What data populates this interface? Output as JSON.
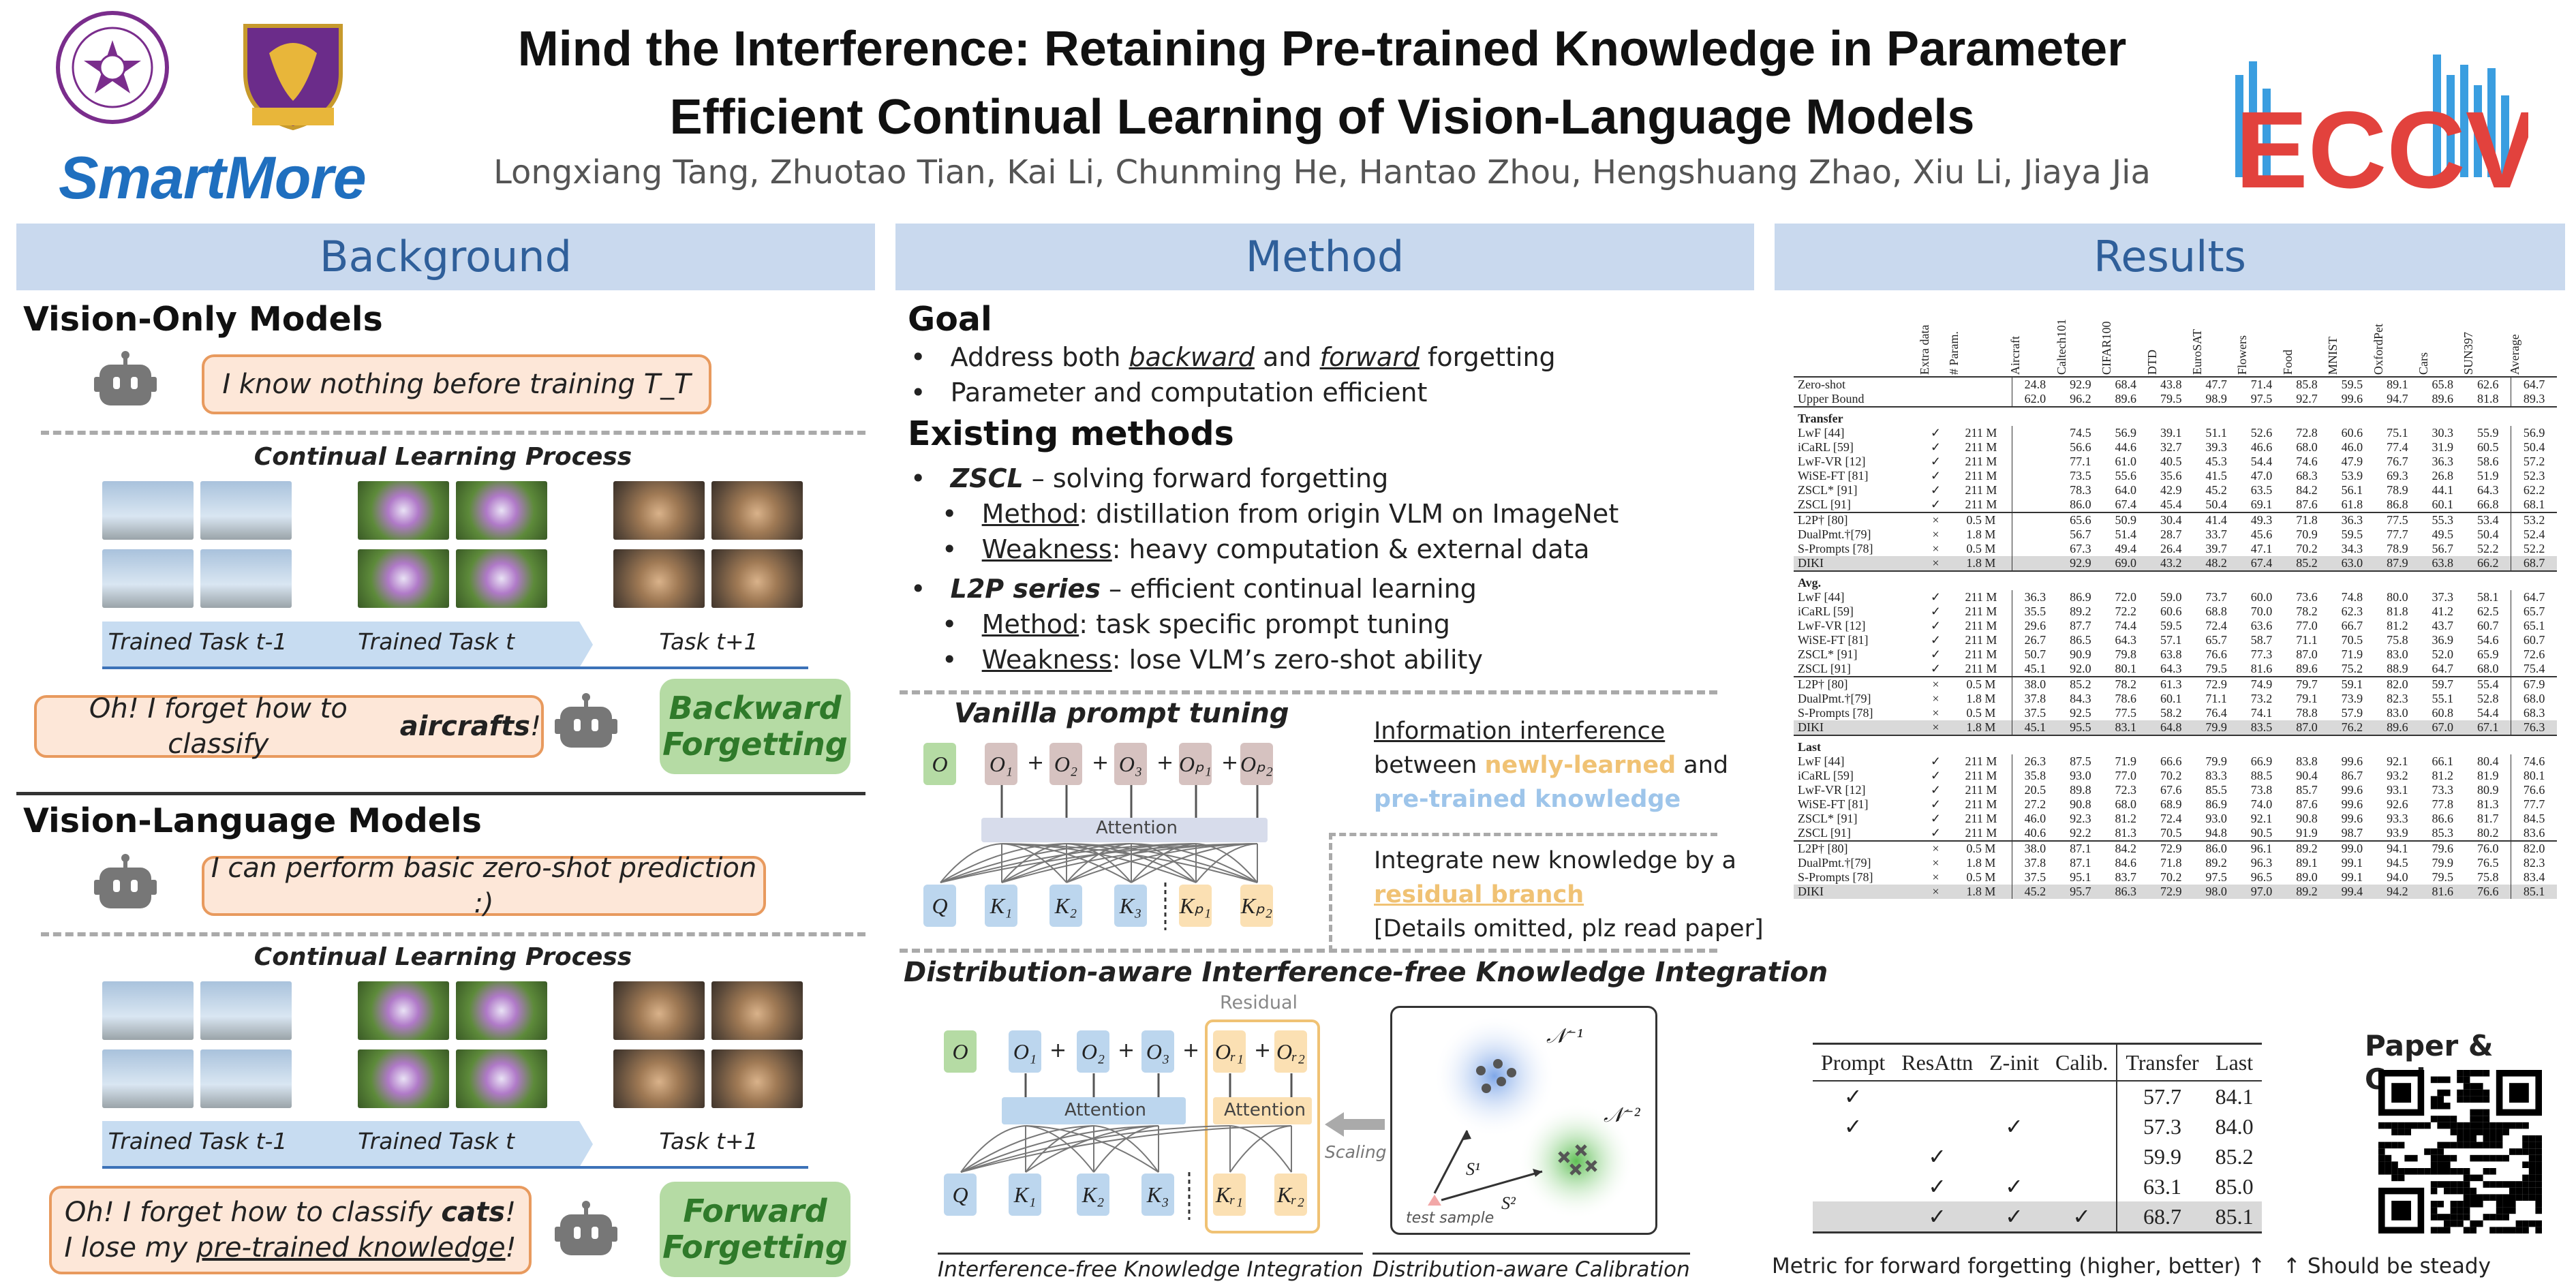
{
  "header": {
    "title_line1": "Mind the Interference: Retaining Pre-trained Knowledge in Parameter",
    "title_line2": "Efficient Continual Learning of Vision-Language Models",
    "authors": "Longxiang Tang, Zhuotao Tian, Kai Li, Chunming He, Hantao Zhou, Hengshuang Zhao, Xiu Li, Jiaya Jia",
    "logo_text": "SmartMore",
    "conf_logo": "ECCV",
    "colors": {
      "title": "#111111",
      "authors": "#555555",
      "smartmore_blue": "#1f6fbf",
      "eccv_red": "#e2423d",
      "eccv_blue": "#3a9ee0"
    }
  },
  "sections": {
    "background": "Background",
    "method": "Method",
    "results": "Results"
  },
  "background": {
    "vision_only": "Vision-Only Models",
    "bubble1": "I know nothing before training T_T",
    "cl_process": "Continual Learning Process",
    "tasks": [
      "Trained Task t-1",
      "Trained Task t",
      "Task t+1"
    ],
    "aircraft_pre": "Oh!  I forget how to classify ",
    "aircraft_bold": "aircrafts",
    "aircraft_post": "!",
    "backward_line1": "Backward",
    "backward_line2": "Forgetting",
    "vl_models": "Vision-Language  Models",
    "bubble2": "I can perform basic zero-shot prediction :)",
    "cats_pre": "Oh!  I forget how to classify ",
    "cats_bold": "cats",
    "cats_post": "!",
    "lose_pre": "I lose my ",
    "lose_ul": "pre-trained knowledge",
    "lose_post": "!",
    "forward_line1": "Forward",
    "forward_line2": "Forgetting",
    "icons": {
      "robot": "robot-icon",
      "airplane": "airplane-photo",
      "flower": "flower-photo",
      "cat": "cat-photo"
    }
  },
  "method": {
    "goal": "Goal",
    "goal_b1_a": "Address both ",
    "goal_b1_b": "backward",
    "goal_b1_c": " and ",
    "goal_b1_d": "forward",
    "goal_b1_e": " forgetting",
    "goal_b2": "Parameter and computation efficient",
    "existing": "Existing methods",
    "zscl": "ZSCL",
    "zscl_desc": " – solving forward forgetting",
    "method_label": "Method",
    "zscl_method": ":  distillation from origin VLM on ImageNet",
    "weakness_label": "Weakness",
    "zscl_weak": ":  heavy computation & external data",
    "l2p": "L2P series",
    "l2p_desc": " – efficient continual learning",
    "l2p_method": ":  task specific prompt tuning",
    "l2p_weak": ":  lose VLM’s zero-shot ability",
    "vanilla": "Vanilla prompt tuning",
    "info_interference": "Information interference",
    "between": "between ",
    "newly": "newly-learned",
    "and": " and",
    "pretrained": "pre-trained knowledge",
    "integrate": "Integrate new knowledge by a",
    "residual_branch": "residual branch",
    "details": "[Details omitted, plz read paper]",
    "diki_title": "Distribution-aware Interference-free Knowledge Integration",
    "residual": "Residual",
    "attention": "Attention",
    "scaling": "Scaling",
    "test_sample": "test sample",
    "cap_left": "Interference-free Knowledge Integration",
    "cap_right": "Distribution-aware Calibration",
    "top_tokens": [
      "O",
      "O₁",
      "O₂",
      "O₃",
      "Oₚ₁",
      "Oₚ₂"
    ],
    "bot_tokens": [
      "Q",
      "K₁",
      "K₂",
      "K₃",
      "Kₚ₁",
      "Kₚ₂"
    ],
    "diki_top": [
      "O",
      "O₁",
      "O₂",
      "O₃",
      "Oᵣ₁",
      "Oᵣ₂"
    ],
    "diki_bot": [
      "Q",
      "K₁",
      "K₂",
      "K₃",
      "Kᵣ₁",
      "Kᵣ₂"
    ],
    "n1": "𝒩⁻¹",
    "n2": "𝒩⁻²",
    "s1": "S¹",
    "s2": "S²",
    "colors": {
      "green": "#b5dba4",
      "brown": "#d6c2c0",
      "blue": "#bcd6ee",
      "orange": "#fbe0b3",
      "orange_text": "#f0c274",
      "blue_text": "#9ec5ea"
    }
  },
  "results": {
    "table_headers": [
      "Extra data",
      "# Param.",
      "Aircraft",
      "Caltech101",
      "CIFAR100",
      "DTD",
      "EuroSAT",
      "Flowers",
      "Food",
      "MNIST",
      "OxfordPet",
      "Cars",
      "SUN397",
      "Average"
    ],
    "zeroshot": [
      {
        "name": "Zero-shot",
        "vals": [
          "24.8",
          "92.9",
          "68.4",
          "43.8",
          "47.7",
          "71.4",
          "85.8",
          "59.5",
          "89.1",
          "65.8",
          "62.6",
          "64.7"
        ]
      },
      {
        "name": "Upper Bound",
        "vals": [
          "62.0",
          "96.2",
          "89.6",
          "79.5",
          "98.9",
          "97.5",
          "92.7",
          "99.6",
          "94.7",
          "89.6",
          "81.8",
          "89.3"
        ]
      }
    ],
    "blocks": [
      {
        "label": "Transfer",
        "groups": [
          [
            {
              "name": "LwF [44]",
              "extra": "✓",
              "param": "211 M",
              "vals": [
                "",
                "74.5",
                "56.9",
                "39.1",
                "51.1",
                "52.6",
                "72.8",
                "60.6",
                "75.1",
                "30.3",
                "55.9",
                "56.9"
              ]
            },
            {
              "name": "iCaRL [59]",
              "extra": "✓",
              "param": "211 M",
              "vals": [
                "",
                "56.6",
                "44.6",
                "32.7",
                "39.3",
                "46.6",
                "68.0",
                "46.0",
                "77.4",
                "31.9",
                "60.5",
                "50.4"
              ]
            },
            {
              "name": "LwF-VR [12]",
              "extra": "✓",
              "param": "211 M",
              "vals": [
                "",
                "77.1",
                "61.0",
                "40.5",
                "45.3",
                "54.4",
                "74.6",
                "47.9",
                "76.7",
                "36.3",
                "58.6",
                "57.2"
              ]
            },
            {
              "name": "WiSE-FT [81]",
              "extra": "✓",
              "param": "211 M",
              "vals": [
                "",
                "73.5",
                "55.6",
                "35.6",
                "41.5",
                "47.0",
                "68.3",
                "53.9",
                "69.3",
                "26.8",
                "51.9",
                "52.3"
              ]
            },
            {
              "name": "ZSCL* [91]",
              "extra": "✓",
              "param": "211 M",
              "vals": [
                "",
                "78.3",
                "64.0",
                "42.9",
                "45.2",
                "63.5",
                "84.2",
                "56.1",
                "78.9",
                "44.1",
                "64.3",
                "62.2"
              ]
            },
            {
              "name": "ZSCL [91]",
              "extra": "✓",
              "param": "211 M",
              "vals": [
                "",
                "86.0",
                "67.4",
                "45.4",
                "50.4",
                "69.1",
                "87.6",
                "61.8",
                "86.8",
                "60.1",
                "66.8",
                "68.1"
              ]
            }
          ],
          [
            {
              "name": "L2P† [80]",
              "extra": "×",
              "param": "0.5 M",
              "vals": [
                "",
                "65.6",
                "50.9",
                "30.4",
                "41.4",
                "49.3",
                "71.8",
                "36.3",
                "77.5",
                "55.3",
                "53.4",
                "53.2"
              ]
            },
            {
              "name": "DualPmt.†[79]",
              "extra": "×",
              "param": "1.8 M",
              "vals": [
                "",
                "56.7",
                "51.4",
                "28.7",
                "33.7",
                "45.6",
                "70.9",
                "59.5",
                "77.7",
                "49.5",
                "50.4",
                "52.4"
              ]
            },
            {
              "name": "S-Prompts [78]",
              "extra": "×",
              "param": "0.5 M",
              "vals": [
                "",
                "67.3",
                "49.4",
                "26.4",
                "39.7",
                "47.1",
                "70.2",
                "34.3",
                "78.9",
                "56.7",
                "52.2",
                "52.2"
              ]
            },
            {
              "name": "DIKI",
              "extra": "×",
              "param": "1.8 M",
              "vals": [
                "",
                "92.9",
                "69.0",
                "43.2",
                "48.2",
                "67.4",
                "85.2",
                "63.0",
                "87.9",
                "63.8",
                "66.2",
                "68.7"
              ],
              "hl": true
            }
          ]
        ]
      },
      {
        "label": "Avg.",
        "groups": [
          [
            {
              "name": "LwF [44]",
              "extra": "✓",
              "param": "211 M",
              "vals": [
                "36.3",
                "86.9",
                "72.0",
                "59.0",
                "73.7",
                "60.0",
                "73.6",
                "74.8",
                "80.0",
                "37.3",
                "58.1",
                "64.7"
              ]
            },
            {
              "name": "iCaRL [59]",
              "extra": "✓",
              "param": "211 M",
              "vals": [
                "35.5",
                "89.2",
                "72.2",
                "60.6",
                "68.8",
                "70.0",
                "78.2",
                "62.3",
                "81.8",
                "41.2",
                "62.5",
                "65.7"
              ]
            },
            {
              "name": "LwF-VR [12]",
              "extra": "✓",
              "param": "211 M",
              "vals": [
                "29.6",
                "87.7",
                "74.4",
                "59.5",
                "72.4",
                "63.6",
                "77.0",
                "66.7",
                "81.2",
                "43.7",
                "60.7",
                "65.1"
              ]
            },
            {
              "name": "WiSE-FT [81]",
              "extra": "✓",
              "param": "211 M",
              "vals": [
                "26.7",
                "86.5",
                "64.3",
                "57.1",
                "65.7",
                "58.7",
                "71.1",
                "70.5",
                "75.8",
                "36.9",
                "54.6",
                "60.7"
              ]
            },
            {
              "name": "ZSCL* [91]",
              "extra": "✓",
              "param": "211 M",
              "vals": [
                "50.7",
                "90.9",
                "79.8",
                "63.8",
                "76.6",
                "77.3",
                "87.0",
                "71.9",
                "83.0",
                "52.0",
                "65.9",
                "72.6"
              ]
            },
            {
              "name": "ZSCL [91]",
              "extra": "✓",
              "param": "211 M",
              "vals": [
                "45.1",
                "92.0",
                "80.1",
                "64.3",
                "79.5",
                "81.6",
                "89.6",
                "75.2",
                "88.9",
                "64.7",
                "68.0",
                "75.4"
              ]
            }
          ],
          [
            {
              "name": "L2P† [80]",
              "extra": "×",
              "param": "0.5 M",
              "vals": [
                "38.0",
                "85.2",
                "78.2",
                "61.3",
                "72.9",
                "74.9",
                "79.7",
                "59.1",
                "82.0",
                "59.7",
                "55.4",
                "67.9"
              ]
            },
            {
              "name": "DualPmt.†[79]",
              "extra": "×",
              "param": "1.8 M",
              "vals": [
                "37.8",
                "84.3",
                "78.6",
                "60.1",
                "71.1",
                "73.2",
                "79.1",
                "73.9",
                "82.3",
                "55.1",
                "52.8",
                "68.0"
              ]
            },
            {
              "name": "S-Prompts [78]",
              "extra": "×",
              "param": "0.5 M",
              "vals": [
                "37.5",
                "92.5",
                "77.5",
                "58.2",
                "76.4",
                "74.1",
                "78.8",
                "57.9",
                "83.0",
                "60.8",
                "54.4",
                "68.3"
              ]
            },
            {
              "name": "DIKI",
              "extra": "×",
              "param": "1.8 M",
              "vals": [
                "45.1",
                "95.5",
                "83.1",
                "64.8",
                "79.9",
                "83.5",
                "87.0",
                "76.2",
                "89.6",
                "67.0",
                "67.1",
                "76.3"
              ],
              "hl": true
            }
          ]
        ]
      },
      {
        "label": "Last",
        "groups": [
          [
            {
              "name": "LwF [44]",
              "extra": "✓",
              "param": "211 M",
              "vals": [
                "26.3",
                "87.5",
                "71.9",
                "66.6",
                "79.9",
                "66.9",
                "83.8",
                "99.6",
                "92.1",
                "66.1",
                "80.4",
                "74.6"
              ]
            },
            {
              "name": "iCaRL [59]",
              "extra": "✓",
              "param": "211 M",
              "vals": [
                "35.8",
                "93.0",
                "77.0",
                "70.2",
                "83.3",
                "88.5",
                "90.4",
                "86.7",
                "93.2",
                "81.2",
                "81.9",
                "80.1"
              ]
            },
            {
              "name": "LwF-VR [12]",
              "extra": "✓",
              "param": "211 M",
              "vals": [
                "20.5",
                "89.8",
                "72.3",
                "67.6",
                "85.5",
                "73.8",
                "85.7",
                "99.6",
                "93.1",
                "73.3",
                "80.9",
                "76.6"
              ]
            },
            {
              "name": "WiSE-FT [81]",
              "extra": "✓",
              "param": "211 M",
              "vals": [
                "27.2",
                "90.8",
                "68.0",
                "68.9",
                "86.9",
                "74.0",
                "87.6",
                "99.6",
                "92.6",
                "77.8",
                "81.3",
                "77.7"
              ]
            },
            {
              "name": "ZSCL* [91]",
              "extra": "✓",
              "param": "211 M",
              "vals": [
                "46.0",
                "92.3",
                "81.2",
                "72.4",
                "93.0",
                "92.1",
                "90.8",
                "99.6",
                "93.3",
                "86.6",
                "81.7",
                "84.5"
              ]
            },
            {
              "name": "ZSCL [91]",
              "extra": "✓",
              "param": "211 M",
              "vals": [
                "40.6",
                "92.2",
                "81.3",
                "70.5",
                "94.8",
                "90.5",
                "91.9",
                "98.7",
                "93.9",
                "85.3",
                "80.2",
                "83.6"
              ]
            }
          ],
          [
            {
              "name": "L2P† [80]",
              "extra": "×",
              "param": "0.5 M",
              "vals": [
                "38.0",
                "87.1",
                "84.2",
                "72.9",
                "86.0",
                "96.1",
                "89.2",
                "99.0",
                "94.1",
                "79.6",
                "76.0",
                "82.0"
              ]
            },
            {
              "name": "DualPmt.†[79]",
              "extra": "×",
              "param": "1.8 M",
              "vals": [
                "37.8",
                "87.1",
                "84.6",
                "71.8",
                "89.2",
                "96.3",
                "89.1",
                "99.1",
                "94.5",
                "79.9",
                "76.5",
                "82.3"
              ]
            },
            {
              "name": "S-Prompts [78]",
              "extra": "×",
              "param": "0.5 M",
              "vals": [
                "37.5",
                "95.1",
                "83.7",
                "70.2",
                "97.5",
                "96.5",
                "89.0",
                "99.1",
                "94.0",
                "79.5",
                "75.8",
                "83.4"
              ]
            },
            {
              "name": "DIKI",
              "extra": "×",
              "param": "1.8 M",
              "vals": [
                "45.2",
                "95.7",
                "86.3",
                "72.9",
                "98.0",
                "97.0",
                "89.2",
                "99.4",
                "94.2",
                "81.6",
                "76.6",
                "85.1"
              ],
              "hl": true
            }
          ]
        ]
      }
    ],
    "ablation_headers": [
      "Prompt",
      "ResAttn",
      "Z-init",
      "Calib.",
      "Transfer",
      "Last"
    ],
    "ablation_rows": [
      [
        "✓",
        "",
        "",
        "",
        "57.7",
        "84.1"
      ],
      [
        "✓",
        "",
        "✓",
        "",
        "57.3",
        "84.0"
      ],
      [
        "",
        "✓",
        "",
        "",
        "59.9",
        "85.2"
      ],
      [
        "",
        "✓",
        "✓",
        "",
        "63.1",
        "85.0"
      ],
      [
        "",
        "✓",
        "✓",
        "✓",
        "68.7",
        "85.1"
      ]
    ],
    "paper_code": "Paper & Code",
    "metric_note": "Metric for forward forgetting (higher, better) ↑",
    "steady_note": "↑ Should be steady"
  }
}
